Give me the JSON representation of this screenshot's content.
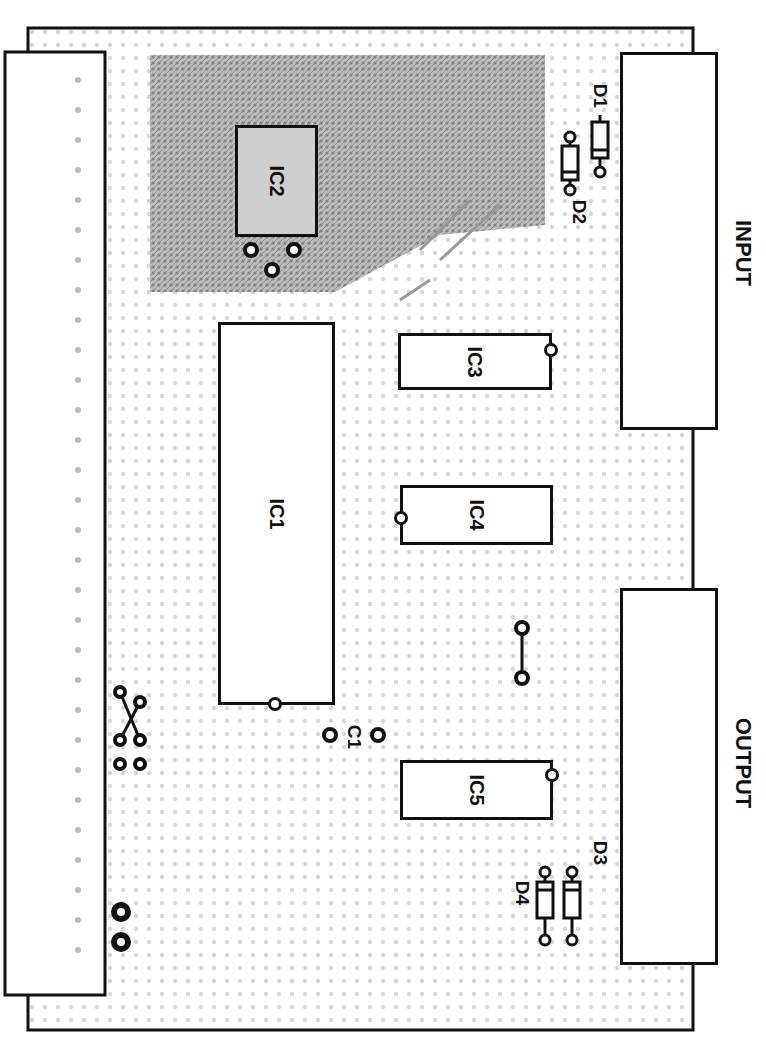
{
  "diagram": {
    "nodes": [
      {
        "text": [
          "INPUT"
        ]
      },
      {
        "text": [
          "OUTPUT"
        ]
      },
      {
        "text": [
          "IC1"
        ]
      },
      {
        "text": [
          "IC2"
        ]
      },
      {
        "text": [
          "IC3"
        ]
      },
      {
        "text": [
          "IC4"
        ]
      },
      {
        "text": [
          "IC5"
        ]
      }
    ],
    "labels": [
      "D1",
      "D2",
      "D3",
      "D4",
      "C1"
    ]
  }
}
